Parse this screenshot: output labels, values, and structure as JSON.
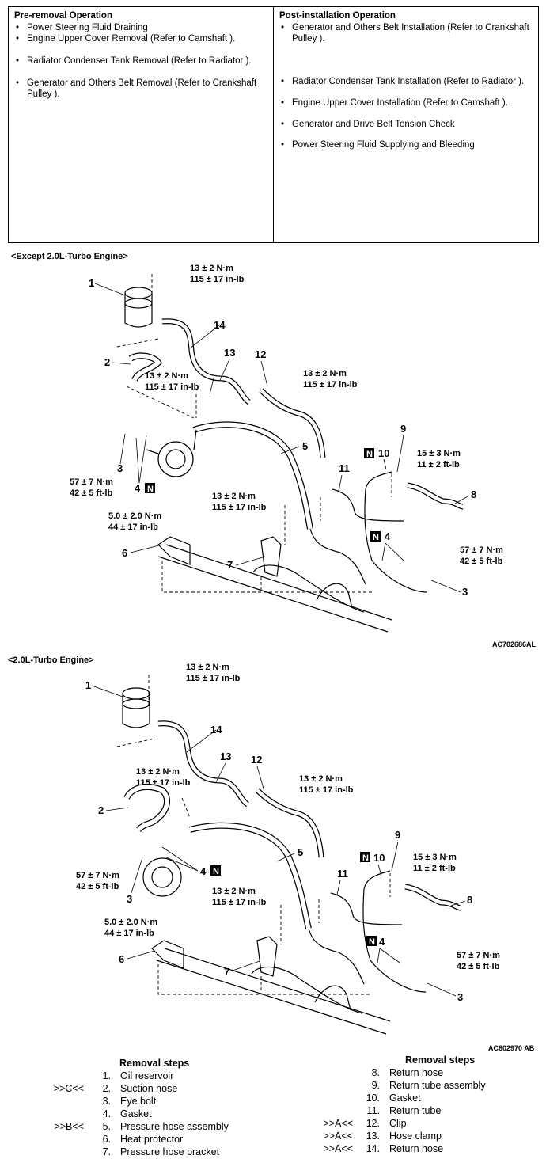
{
  "pre_removal": {
    "title": "Pre-removal Operation",
    "items": [
      "Power Steering Fluid Draining",
      "Engine Upper Cover Removal (Refer to Camshaft ).",
      "Radiator Condenser Tank Removal (Refer to Radiator ).",
      "Generator and Others Belt Removal (Refer to Crankshaft Pulley )."
    ]
  },
  "post_installation": {
    "title": "Post-installation Operation",
    "items": [
      "Generator and Others Belt Installation (Refer to Crankshaft Pulley ).",
      "Radiator Condenser Tank Installation (Refer to Radiator ).",
      "Engine Upper Cover Installation (Refer to Camshaft ).",
      "Generator and Drive Belt Tension Check",
      "Power Steering Fluid Supplying and Bleeding"
    ]
  },
  "diagram1": {
    "section_label": "<Except 2.0L-Turbo Engine>",
    "figure_code": "AC702686AL",
    "torque_13": "13 ± 2 N·m",
    "torque_13_in": "115 ± 17 in-lb",
    "torque_57": "57 ± 7 N·m",
    "torque_57_ft": "42 ± 5 ft-lb",
    "torque_15": "15 ± 3 N·m",
    "torque_15_ft": "11 ± 2 ft-lb",
    "torque_5": "5.0 ± 2.0 N·m",
    "torque_5_in": "44 ± 17 in-lb"
  },
  "diagram2": {
    "section_label": "<2.0L-Turbo Engine>",
    "figure_code": "AC802970 AB"
  },
  "n_mark": "N",
  "callouts": [
    "1",
    "2",
    "3",
    "4",
    "5",
    "6",
    "7",
    "8",
    "9",
    "10",
    "11",
    "12",
    "13",
    "14"
  ],
  "removal_steps": {
    "heading": "Removal steps",
    "left": [
      {
        "ref": "",
        "num": "1.",
        "label": "Oil reservoir"
      },
      {
        "ref": ">>C<<",
        "num": "2.",
        "label": "Suction hose"
      },
      {
        "ref": "",
        "num": "3.",
        "label": "Eye bolt"
      },
      {
        "ref": "",
        "num": "4.",
        "label": "Gasket"
      },
      {
        "ref": ">>B<<",
        "num": "5.",
        "label": "Pressure hose assembly"
      },
      {
        "ref": "",
        "num": "6.",
        "label": "Heat protector"
      },
      {
        "ref": "",
        "num": "7.",
        "label": "Pressure hose bracket"
      }
    ],
    "right": [
      {
        "ref": "",
        "num": "8.",
        "label": "Return hose"
      },
      {
        "ref": "",
        "num": "9.",
        "label": "Return tube assembly"
      },
      {
        "ref": "",
        "num": "10.",
        "label": "Gasket"
      },
      {
        "ref": "",
        "num": "11.",
        "label": "Return tube"
      },
      {
        "ref": ">>A<<",
        "num": "12.",
        "label": "Clip"
      },
      {
        "ref": ">>A<<",
        "num": "13.",
        "label": "Hose clamp"
      },
      {
        "ref": ">>A<<",
        "num": "14.",
        "label": "Return hose"
      }
    ]
  }
}
